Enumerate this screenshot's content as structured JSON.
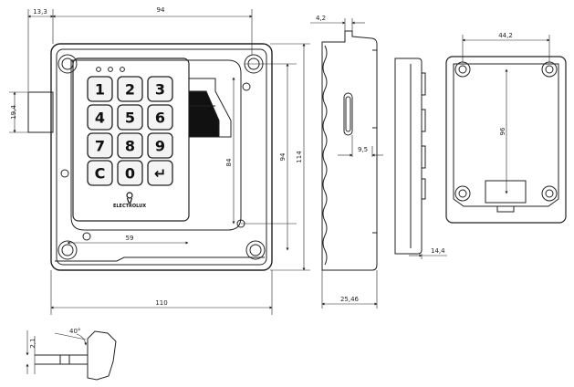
{
  "dimensions": {
    "shaft_offset": "13,3",
    "width_top": "94",
    "shaft_height": "19,4",
    "inner_height": "84",
    "height_94": "94",
    "height_114": "114",
    "bottom_59": "59",
    "width_110": "110",
    "side_4_2": "4,2",
    "side_9_5": "9,5",
    "side_depth": "25,46",
    "back_14_4": "14,4",
    "back_width": "44,2",
    "back_height": "96",
    "cam_2_1": "2,1",
    "cam_angle": "40°"
  },
  "keypad": {
    "keys": [
      "1",
      "2",
      "3",
      "4",
      "5",
      "6",
      "7",
      "8",
      "9",
      "C",
      "0",
      "↵"
    ],
    "brand": "ELECTROLUX"
  },
  "colors": {
    "line": "#222222",
    "key_fill": "#f4f4f4"
  }
}
